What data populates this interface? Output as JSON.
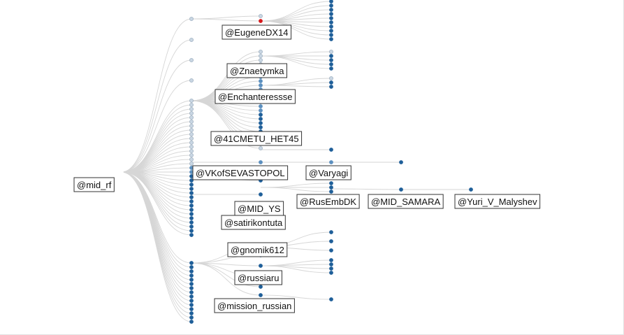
{
  "colors": {
    "edge": "#d6d6d6",
    "node_light": "#c9d6e3",
    "node_mid": "#5b8fbf",
    "node_dark": "#1f5f99",
    "node_highlight": "#d7191c",
    "label_border": "#333333"
  },
  "labels": [
    "@mid_rf",
    "@EugeneDX14",
    "@Znaetymka",
    "@Enchanteressse",
    "@41CMETU_HET45",
    "@VKofSEVASTOPOL",
    "@Varyagi",
    "@RusEmbDK",
    "@MID_SAMARA",
    "@Yuri_V_Malyshev",
    "@MID_YS",
    "@satirikontuta",
    "@gnomik612",
    "@russiaru",
    "@mission_russian"
  ]
}
